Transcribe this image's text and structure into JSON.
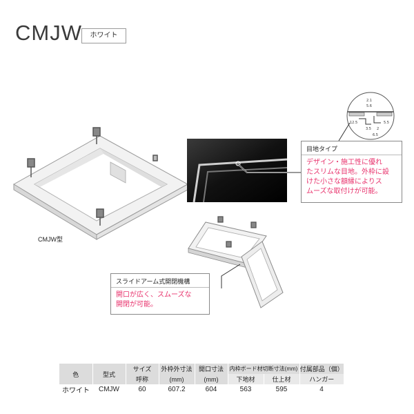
{
  "header": {
    "title": "CMJW",
    "badge": "ホワイト"
  },
  "product_caption": "CMJW型",
  "callout_joint": {
    "heading": "目地タイプ",
    "text_lines": [
      "デザイン・施工性に優れ",
      "たスリムな目地。外枠に設",
      "けた小さな額縁によりス",
      "ムーズな取付けが可能。"
    ]
  },
  "callout_slide": {
    "heading": "スライドアーム式開閉機構",
    "text_lines": [
      "開口が広く、スムーズな",
      "開閉が可能。"
    ]
  },
  "detail_dims": [
    "2.1",
    "5.6",
    "5.5",
    "3.5",
    "2",
    "6.5",
    "12.5"
  ],
  "spec_table": {
    "headers": {
      "color": "色",
      "model": "型式",
      "size_1": "サイズ",
      "size_2": "呼称",
      "outer_1": "外枠外寸法",
      "outer_2": "(mm)",
      "opening_1": "開口寸法",
      "opening_2": "(mm)",
      "board_1": "内枠ボード材切断寸法(mm)",
      "board_base": "下地材",
      "board_finish": "仕上材",
      "parts_1": "付属部品（個）",
      "parts_2": "ハンガー"
    },
    "row": {
      "color": "ホワイト",
      "model": "CMJW",
      "size": "60",
      "outer": "607.2",
      "opening": "604",
      "base": "563",
      "finish": "595",
      "hanger": "4"
    }
  }
}
